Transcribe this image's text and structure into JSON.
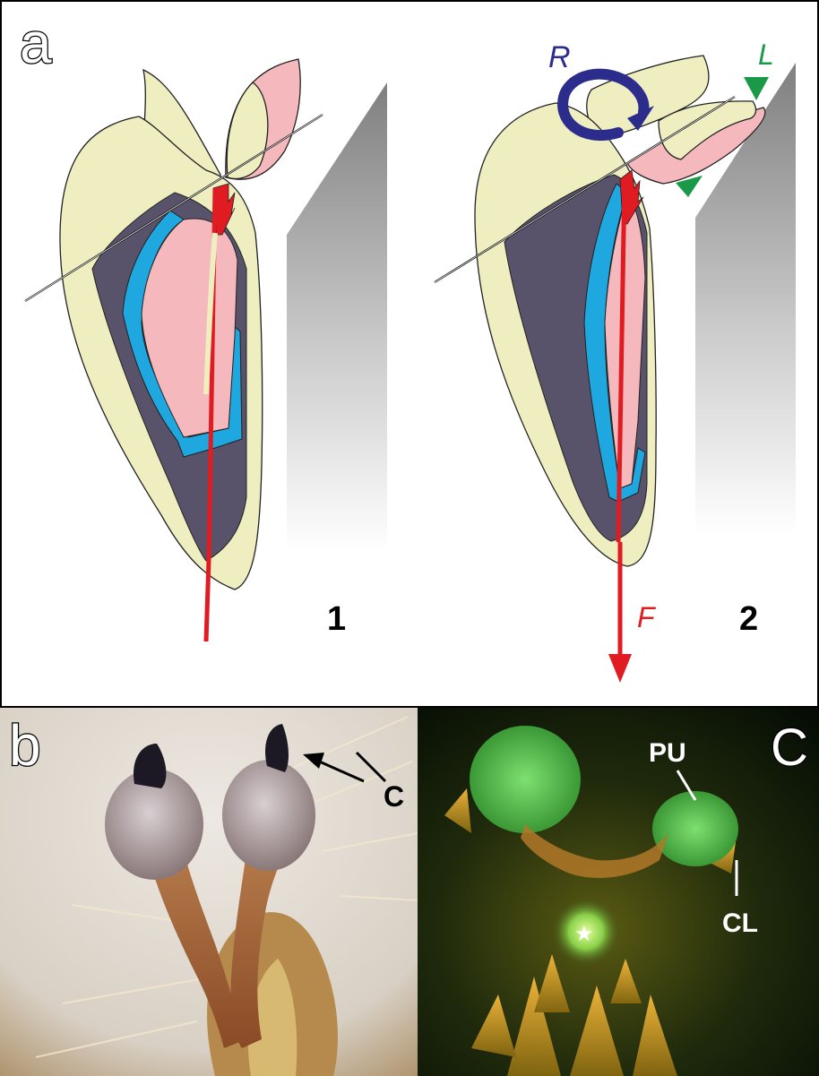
{
  "panels": {
    "a": {
      "letter": "a",
      "stage1_number": "1",
      "stage2_number": "2",
      "rotation_label": "R",
      "lateral_label": "L",
      "force_label": "F"
    },
    "b": {
      "letter": "b",
      "label_c": "C"
    },
    "c": {
      "letter": "C",
      "label_pu": "PU",
      "label_cl": "CL",
      "star_symbol": "★"
    }
  },
  "colors": {
    "cream": "#eeeec0",
    "pink": "#f5b8bc",
    "slate": "#58526a",
    "blue": "#1fa8df",
    "red": "#e01b22",
    "navy": "#2c2c8c",
    "green": "#1a9a48",
    "dark_green_bg": "#061a08"
  }
}
